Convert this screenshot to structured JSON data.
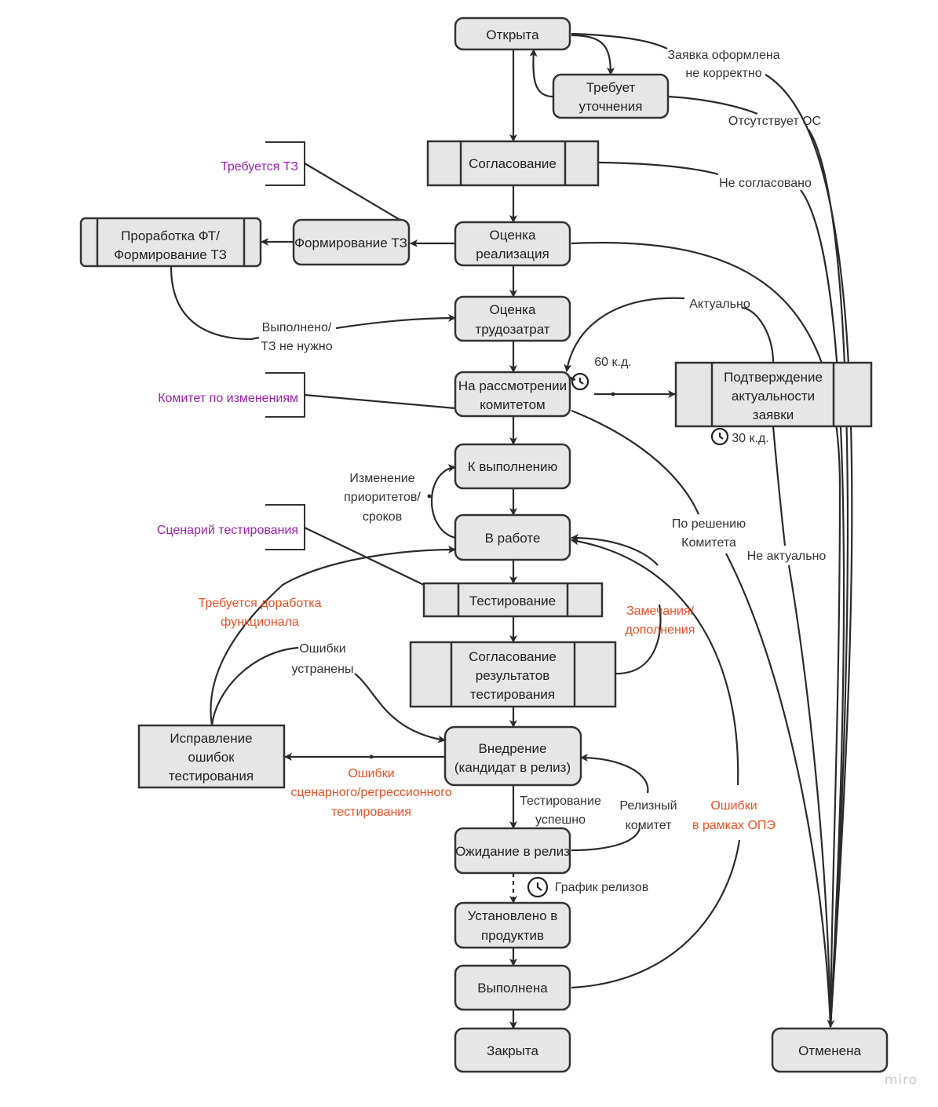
{
  "nodes": {
    "otkryta": "Открыта",
    "trebuet_utochneniya": [
      "Требует",
      "уточнения"
    ],
    "soglasovanie": "Согласование",
    "otsenka_realizatsiya": [
      "Оценка",
      "реализация"
    ],
    "formirovanie_tz": "Формирование ТЗ",
    "prorabotka_ft": [
      "Проработка ФТ/",
      "Формирование ТЗ"
    ],
    "otsenka_trudozatrat": [
      "Оценка",
      "трудозатрат"
    ],
    "na_rassmotrenii": [
      "На рассмотрении",
      "комитетом"
    ],
    "podtverzhdenie": [
      "Подтверждение",
      "актуальности",
      "заявки"
    ],
    "k_vypolneniyu": "К выполнению",
    "v_rabote": "В работе",
    "testirovanie": "Тестирование",
    "soglasovanie_rezultatov": [
      "Согласование",
      "результатов",
      "тестирования"
    ],
    "ispravlenie": [
      "Исправление",
      "ошибок",
      "тестирования"
    ],
    "vnedrenie": [
      "Внедрение",
      "(кандидат в релиз)"
    ],
    "ozhidanie": "Ожидание в релиз",
    "ustanovleno": [
      "Установлено в",
      "продуктив"
    ],
    "vypolnena": "Выполнена",
    "zakryta": "Закрыта",
    "otmenena": "Отменена"
  },
  "edge_labels": {
    "zayavka_nekorrektno": [
      "Заявка оформлена",
      "не корректно"
    ],
    "otsutstvuet_os": "Отсутствует ОС",
    "ne_soglasovano": "Не согласовано",
    "vypolneno_tz": [
      "Выполнено/",
      "ТЗ не нужно"
    ],
    "aktualno": "Актуально",
    "d60": "60 к.д.",
    "d30": "30 к.д.",
    "ne_aktualno": "Не актуально",
    "po_resheniyu": [
      "По решению",
      "Комитета"
    ],
    "izmenenie_prioritetov": [
      "Изменение",
      "приоритетов/",
      "сроков"
    ],
    "zamechaniya": [
      "Замечания/",
      "дополнения"
    ],
    "trebuetsya_dorabotka": [
      "Требуется доработка",
      "функционала"
    ],
    "oshibki_ustraneny": [
      "Ошибки",
      "устранены"
    ],
    "oshibki_stsenarnogo": [
      "Ошибки",
      "сценарного/регрессионного",
      "тестирования"
    ],
    "testirovanie_uspeshno": [
      "Тестирование",
      "успешно"
    ],
    "reliznyy_komitet": [
      "Релизный",
      "комитет"
    ],
    "oshibki_ope": [
      "Ошибки",
      "в рамках ОПЭ"
    ],
    "grafik_relizov": "График релизов"
  },
  "artifacts": {
    "trebuetsya_tz": "Требуется ТЗ",
    "komitet_po_izmeneniyam": "Комитет по изменениям",
    "stsenariy_testirovaniya": "Сценарий тестирования"
  },
  "brand": "miro",
  "colors": {
    "node_fill": "#e6e6e6",
    "stroke": "#333333",
    "red_label": "#f04e23",
    "purple_label": "#9b1fb4"
  }
}
